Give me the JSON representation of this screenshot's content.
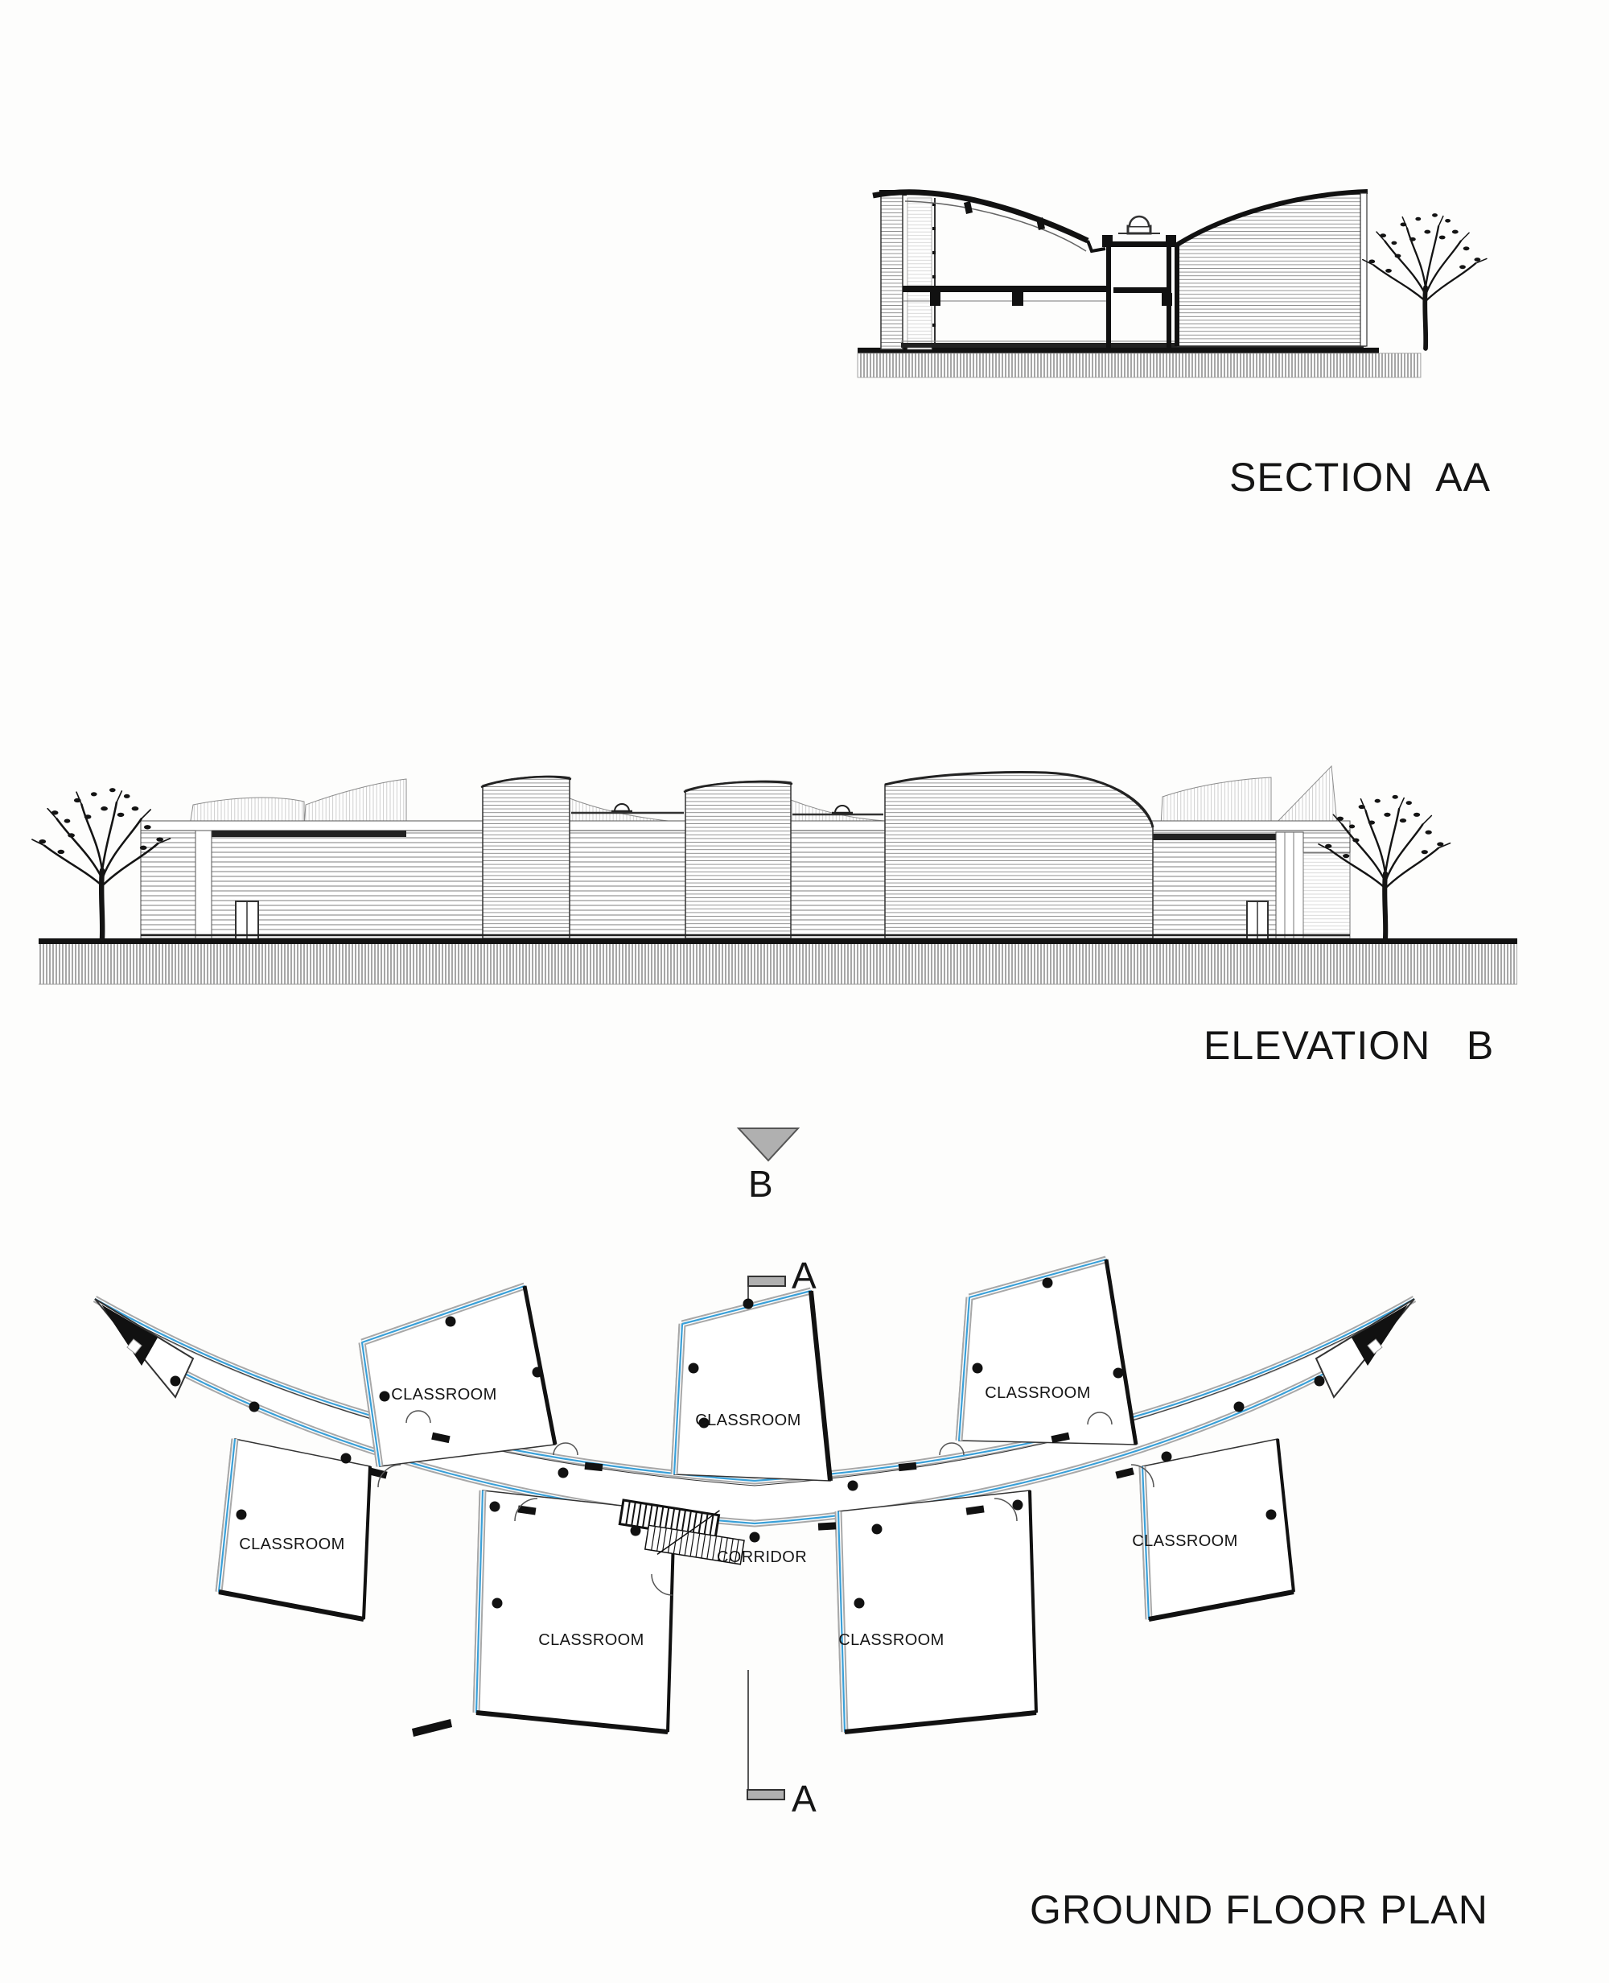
{
  "section": {
    "title": "SECTION  AA"
  },
  "elevation": {
    "title": "ELEVATION   B",
    "marker": "B"
  },
  "plan": {
    "title": "GROUND FLOOR PLAN",
    "corridor_label": "CORRIDOR",
    "classroom_labels": [
      "CLASSROOM",
      "CLASSROOM",
      "CLASSROOM",
      "CLASSROOM",
      "CLASSROOM",
      "CLASSROOM",
      "CLASSROOM"
    ],
    "section_marker_top": "A",
    "section_marker_bottom": "A"
  },
  "colors": {
    "ink": "#1a1a1a",
    "glazing_blue": "#3aa0d8",
    "marker_gray": "#b0b0b0",
    "light_hatch": "#c6c6c6"
  }
}
